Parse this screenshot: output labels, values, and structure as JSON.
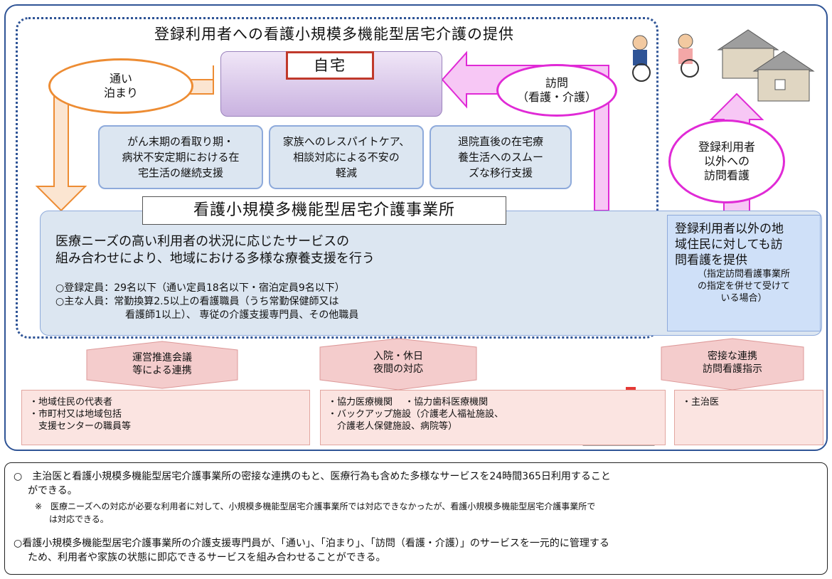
{
  "main_title": "登録利用者への看護小規模多機能型居宅介護の提供",
  "home_label": "自宅",
  "oval_left": {
    "line1": "通い",
    "line2": "泊まり"
  },
  "oval_visit": {
    "line1": "訪問",
    "line2": "（看護・介護）"
  },
  "oval_right": {
    "line1": "登録利用者",
    "line2": "以外への",
    "line3": "訪問看護"
  },
  "support_boxes": [
    {
      "line1": "がん末期の看取り期・",
      "line2": "病状不安定期における在",
      "line3": "宅生活の継続支援"
    },
    {
      "line1": "家族へのレスパイトケア、",
      "line2": "相談対応による不安の",
      "line3": "軽減"
    },
    {
      "line1": "退院直後の在宅療",
      "line2": "養生活へのスムー",
      "line3": "ズな移行支援"
    }
  ],
  "facility": {
    "title": "看護小規模多機能型居宅介護事業所",
    "text1": "医療ニーズの高い利用者の状況に応じたサービスの",
    "text2": "組み合わせにより、地域における多様な療養支援を行う",
    "info1": "○登録定員：29名以下（通い定員18名以下・宿泊定員9名以下）",
    "info2": "○主な人員：常勤換算2.5以上の看護職員（うち常勤保健師又は",
    "info3": "　　　　　　　看護師1以上）、 専従の介護支援専門員、その他職員"
  },
  "right_box": {
    "line1": "登録利用者以外の地",
    "line2": "域住民に対しても訪",
    "line3": "問看護を提供",
    "note1": "（指定訪問看護事業所",
    "note2": "の指定を併せて受けて",
    "note3": "いる場合）"
  },
  "arrows": [
    {
      "line1": "運営推進会議",
      "line2": "等による連携"
    },
    {
      "line1": "入院・休日",
      "line2": "夜間の対応"
    },
    {
      "line1": "密接な連携",
      "line2": "訪問看護指示"
    }
  ],
  "bottom_boxes": {
    "left": {
      "line1": "・地域住民の代表者",
      "line2": "・市町村又は地域包括",
      "line3": "　支援センターの職員等"
    },
    "middle": {
      "line1": "・協力医療機関　 ・協力歯科医療機関",
      "line2": "・バックアップ施設（介護老人福祉施設、",
      "line3": "　介護老人保健施設、病院等）"
    },
    "right": {
      "line1": "・主治医"
    }
  },
  "notes": {
    "n1a": "○　主治医と看護小規模多機能型居宅介護事業所の密接な連携のもと、医療行為も含めた多様なサービスを24時間365日利用すること",
    "n1b": "ができる。",
    "n2a": "※　医療ニーズへの対応が必要な利用者に対して、小規模多機能型居宅介護事業所では対応できなかったが、看護小規模多機能型居宅介護事業所で",
    "n2b": "は対応できる。",
    "n3a": "○看護小規模多機能型居宅介護事業所の介護支援専門員が、「通い」、「泊まり」、「訪問（看護・介護）」のサービスを一元的に管理する",
    "n3b": "ため、利用者や家族の状態に即応できるサービスを組み合わせることができる。"
  },
  "colors": {
    "blue_border": "#2f5496",
    "orange": "#ed8c33",
    "magenta": "#e02ad6",
    "pink_arrow": "#f7c7f5",
    "salmon": "#f4cccc"
  }
}
